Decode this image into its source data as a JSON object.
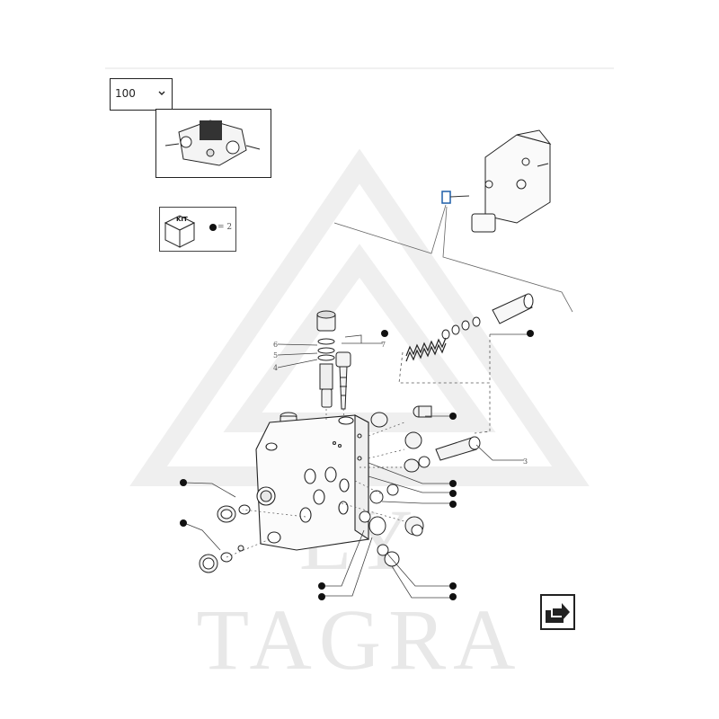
{
  "page_selector": {
    "value": "100",
    "icon": "chevron-down-icon"
  },
  "kit": {
    "label": "KIT",
    "equals_label": "= 2"
  },
  "watermark": {
    "text": "LY TAGRA"
  },
  "callouts": {
    "c1": "1",
    "c3": "3",
    "c4": "4",
    "c5": "5",
    "c6": "6",
    "c7": "7"
  },
  "nav": {
    "icon": "next-page-arrow-icon"
  },
  "colors": {
    "line": "#333333",
    "dot": "#111111",
    "watermark": "#e8e8e8"
  }
}
